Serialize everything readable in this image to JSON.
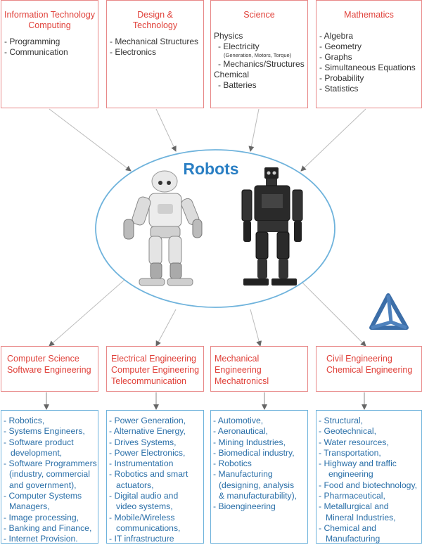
{
  "center": {
    "title": "Robots"
  },
  "subjects": [
    {
      "title": [
        "Information Technology",
        "Computing"
      ],
      "items": [
        "- Programming",
        "- Communication"
      ]
    },
    {
      "title": [
        "Design &",
        "Technology"
      ],
      "items": [
        "- Mechanical Structures",
        "- Electronics"
      ]
    },
    {
      "title": [
        "Science"
      ],
      "items": [
        "Physics",
        "- Electricity",
        "(Generation, Motors, Torque)",
        "- Mechanics/Structures",
        "Chemical",
        "- Batteries"
      ]
    },
    {
      "title": [
        "Mathematics"
      ],
      "items": [
        "- Algebra",
        "- Geometry",
        "- Graphs",
        "- Simultaneous Equations",
        "- Probability",
        "- Statistics"
      ]
    }
  ],
  "engineering": [
    {
      "title": [
        "Computer Science",
        "Software Engineering"
      ]
    },
    {
      "title": [
        "Electrical Engineering",
        "Computer Engineering",
        "Telecommunication"
      ]
    },
    {
      "title": [
        "Mechanical Engineering",
        "Mechatronicsl"
      ]
    },
    {
      "title": [
        "Civil Engineering",
        "Chemical Engineering"
      ]
    }
  ],
  "careers": [
    [
      "- Robotics,",
      "- Systems Engineers,",
      "- Software product",
      "  development,",
      "- Software Programmers",
      "  (industry, commercial",
      "  and government),",
      "- Computer Systems",
      "  Managers,",
      "- Image processing,",
      "- Banking and Finance,",
      "- Internet Provision."
    ],
    [
      "- Power Generation,",
      "- Alternative Energy,",
      "- Drives Systems,",
      "- Power Electronics,",
      "- Instrumentation",
      "- Robotics and smart",
      "  actuators,",
      "- Digital audio and",
      "  video systems,",
      "- Mobile/Wireless",
      "  communications,",
      "- IT infrastructure"
    ],
    [
      "- Automotive,",
      "- Aeronautical,",
      "- Mining Industries,",
      "- Biomedical industry,",
      "- Robotics",
      "- Manufacturing",
      "  (designing, analysis",
      "  & manufacturability),",
      "- Bioengineering"
    ],
    [
      "- Structural,",
      "- Geotechnical,",
      "- Water resources,",
      "- Transportation,",
      "- Highway and traffic",
      "  engineering",
      "- Food and biotechnology,",
      "- Pharmaceutical,",
      "- Metallurgical and",
      "  Mineral Industries,",
      "- Chemical and",
      "  Manufacturing"
    ]
  ],
  "colors": {
    "subject_border": "#e88888",
    "title_red": "#e0413a",
    "career_border": "#6fb3dc",
    "career_text": "#2a6fa8",
    "robots_blue": "#2a7fc4"
  }
}
